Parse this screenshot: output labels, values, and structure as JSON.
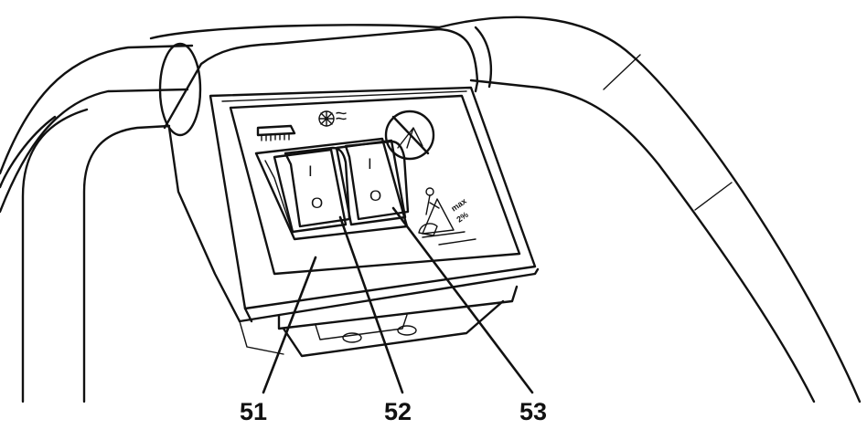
{
  "callouts": {
    "panel": "51",
    "switch_left": "52",
    "switch_right": "53"
  },
  "switch_marks": {
    "on": "I",
    "off": "O"
  },
  "slope_sticker": {
    "label": "max",
    "value": "2%"
  },
  "colors": {
    "line": "#111111",
    "background": "#ffffff"
  },
  "icons": [
    "brush-deck-icon",
    "vacuum-fan-icon",
    "no-spray-icon",
    "slope-warning-icon"
  ]
}
